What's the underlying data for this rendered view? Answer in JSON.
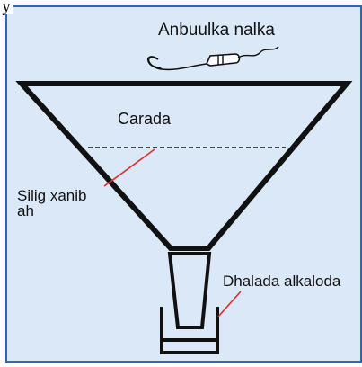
{
  "corner_glyph": "y",
  "labels": {
    "pipette": "Anbuulka nalka",
    "filter": "Carada",
    "line_a": "Silig xanib",
    "line_b": "ah",
    "tube": "Dhalada alkaloda"
  },
  "colors": {
    "background": "#dbe8f7",
    "frame": "#2b68b4",
    "outline": "#111111",
    "leader": "#e02b2b"
  }
}
